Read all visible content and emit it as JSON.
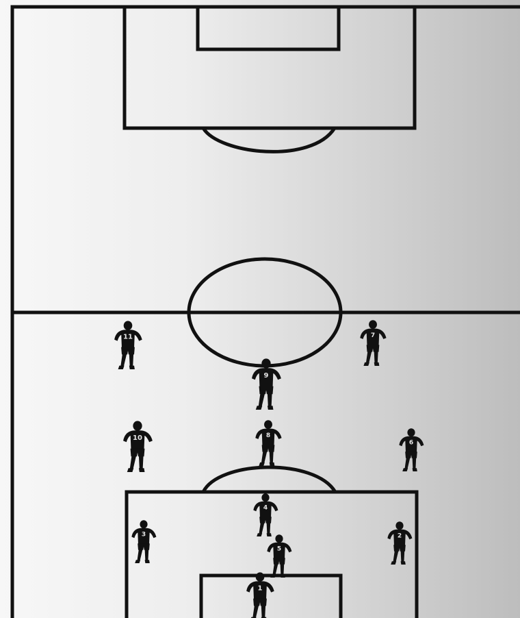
{
  "diagram": {
    "kind": "soccer-team-formation",
    "view": "top-down half-field",
    "formation": "4-3-3",
    "player_count": 11,
    "colors": {
      "background_light": "#f7f7f7",
      "background_dark": "#bdbdbd",
      "lines": "#111111",
      "players": "#111111",
      "shirt_number": "#e6e6e6"
    },
    "players": [
      {
        "role": "left-forward",
        "shirt": "11",
        "icon": "player-figure-icon"
      },
      {
        "role": "center-forward",
        "shirt": "9",
        "icon": "player-figure-icon"
      },
      {
        "role": "right-forward",
        "shirt": "7",
        "icon": "player-figure-icon"
      },
      {
        "role": "left-midfielder",
        "shirt": "10",
        "icon": "player-figure-icon"
      },
      {
        "role": "center-midfielder",
        "shirt": "8",
        "icon": "player-figure-icon"
      },
      {
        "role": "right-midfielder",
        "shirt": "6",
        "icon": "player-figure-icon"
      },
      {
        "role": "center-back",
        "shirt": "4",
        "icon": "player-figure-icon"
      },
      {
        "role": "left-back",
        "shirt": "3",
        "icon": "player-figure-icon"
      },
      {
        "role": "right-back",
        "shirt": "2",
        "icon": "player-figure-icon"
      },
      {
        "role": "sweeper",
        "shirt": "5",
        "icon": "player-figure-icon"
      },
      {
        "role": "goalkeeper",
        "shirt": "1",
        "icon": "player-figure-icon"
      }
    ]
  }
}
